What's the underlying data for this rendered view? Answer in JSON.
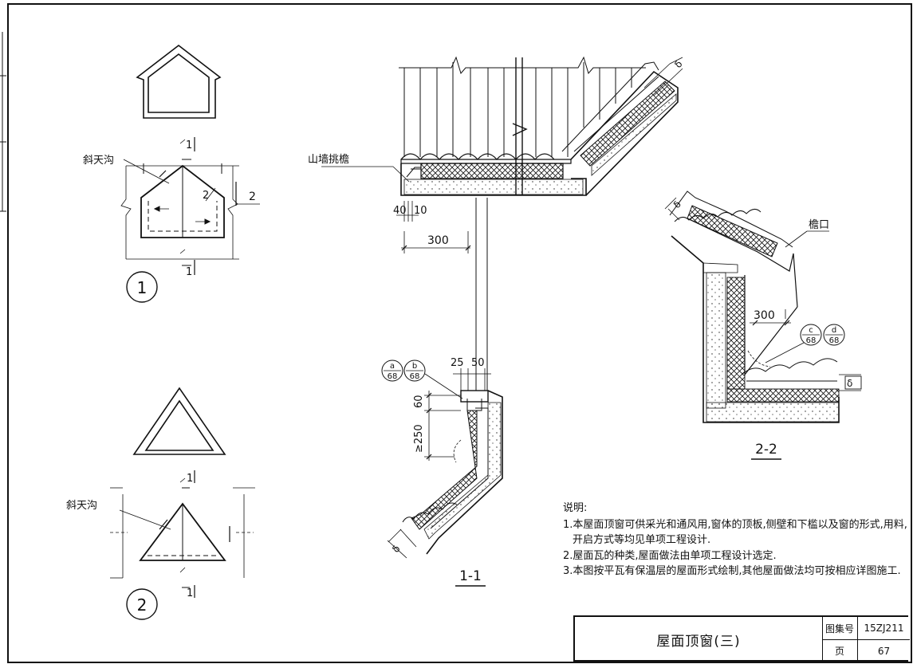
{
  "labels": {
    "valley_1": "斜天沟",
    "valley_2": "斜天沟",
    "gable_eave": "山墙挑檐",
    "eave": "檐口",
    "sec1": "1",
    "sec2": "2",
    "cut_1": "1",
    "cut_2": "2",
    "dim_40": "40",
    "dim_10": "10",
    "dim_300_a": "300",
    "dim_300_b": "300",
    "dim_25": "25",
    "dim_50": "50",
    "dim_60": "60",
    "dim_250": "≥250",
    "callout_a": "a",
    "callout_b": "b",
    "callout_c": "c",
    "callout_d": "d",
    "callout_page": "68",
    "delta": "δ",
    "section_1_1": "1-1",
    "section_2_2": "2-2"
  },
  "notes": {
    "heading": "说明:",
    "line1": "1.本屋面顶窗可供采光和通风用,窗体的顶板,侧壁和下槛以及窗的形式,用料,",
    "line1b": "开启方式等均见单项工程设计.",
    "line2": "2.屋面瓦的种类,屋面做法由单项工程设计选定.",
    "line3": "3.本图按平瓦有保温层的屋面形式绘制,其他屋面做法均可按相应详图施工."
  },
  "titleblock": {
    "title": "屋面顶窗(三)",
    "atlas_label": "图集号",
    "atlas_no": "15ZJ211",
    "page_label": "页",
    "page_no": "67"
  }
}
